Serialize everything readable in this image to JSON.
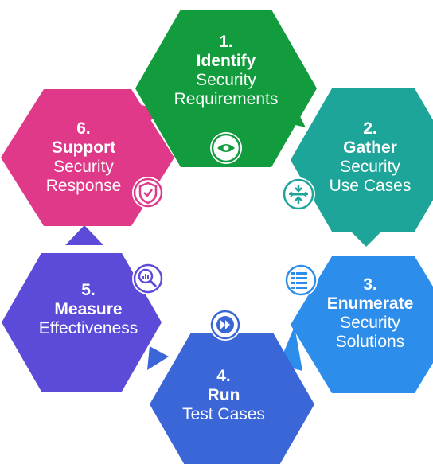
{
  "colors": {
    "step1": "#139C3E",
    "step2": "#1EA59A",
    "step3": "#2C8DEB",
    "step4": "#3A66D8",
    "step5": "#5B4BD8",
    "step6": "#E0398A"
  },
  "steps": [
    {
      "num": "1.",
      "title": "Identify",
      "line1": "Security",
      "line2": "Requirements",
      "icon": "eye-icon"
    },
    {
      "num": "2.",
      "title": "Gather",
      "line1": "Security",
      "line2": "Use Cases",
      "icon": "collapse-arrows-icon"
    },
    {
      "num": "3.",
      "title": "Enumerate",
      "line1": "Security",
      "line2": "Solutions",
      "icon": "numbered-list-icon"
    },
    {
      "num": "4.",
      "title": "Run",
      "line1": "Test Cases",
      "line2": "",
      "icon": "fast-forward-icon"
    },
    {
      "num": "5.",
      "title": "Measure",
      "line1": "Effectiveness",
      "line2": "",
      "icon": "magnify-chart-icon"
    },
    {
      "num": "6.",
      "title": "Support",
      "line1": "Security",
      "line2": "Response",
      "icon": "shield-check-icon"
    }
  ]
}
